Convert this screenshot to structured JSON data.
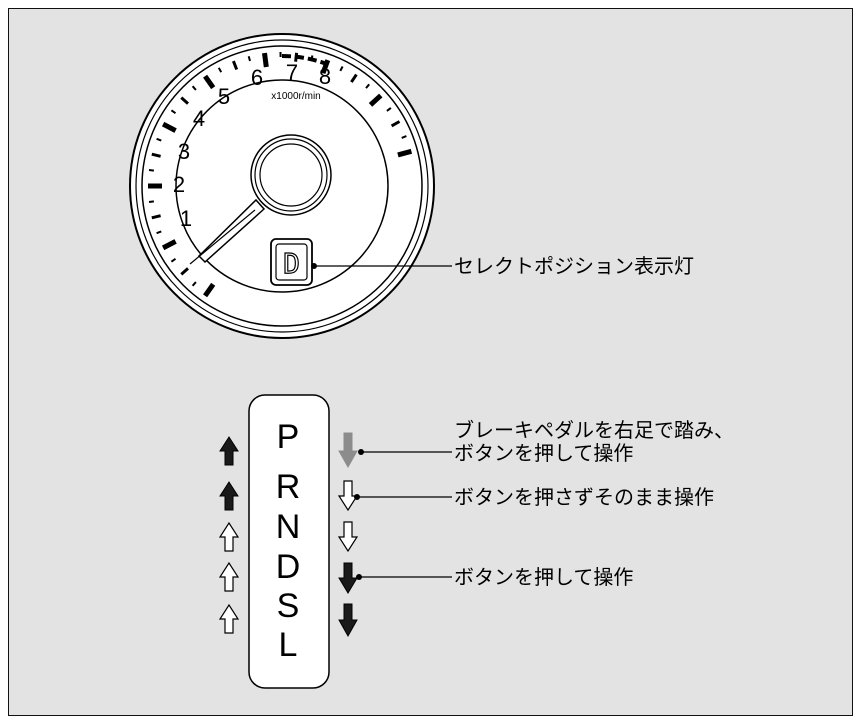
{
  "gauge": {
    "numerals": [
      "1",
      "2",
      "3",
      "4",
      "5",
      "6",
      "7",
      "8"
    ],
    "unit": "x1000r/min",
    "position_indicator": "D"
  },
  "callouts": {
    "indicator": "セレクトポジション表示灯",
    "brake_line1": "ブレーキペダルを右足で踏み、",
    "brake_line2": "ボタンを押して操作",
    "no_button": "ボタンを押さずそのまま操作",
    "press_button": "ボタンを押して操作"
  },
  "shifter": {
    "positions": [
      "P",
      "R",
      "N",
      "D",
      "S",
      "L"
    ]
  },
  "colors": {
    "background": "#e3e3e3",
    "gray_arrow": "#8c8c8c",
    "dark_arrow": "#1a1a1a",
    "outline_arrow": "#ffffff"
  }
}
